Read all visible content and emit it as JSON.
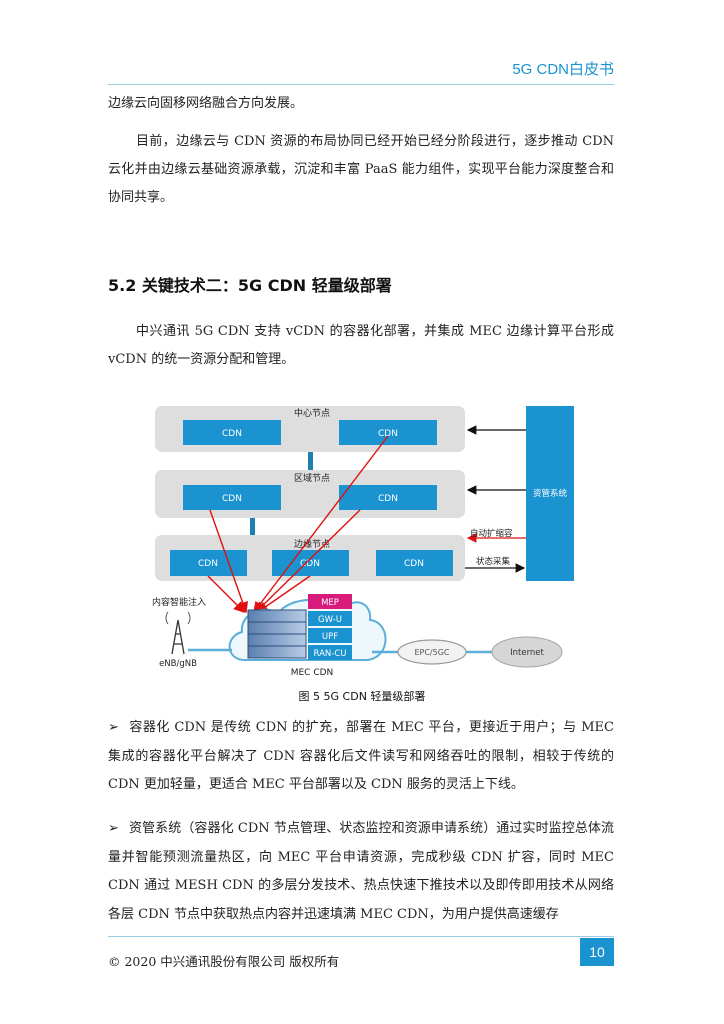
{
  "header": {
    "title": "5G CDN白皮书"
  },
  "body": {
    "p1": "边缘云向固移网络融合方向发展。",
    "p2": "目前，边缘云与 CDN 资源的布局协同已经开始已经分阶段进行，逐步推动 CDN 云化并由边缘云基础资源承载，沉淀和丰富 PaaS 能力组件，实现平台能力深度整合和协同共享。",
    "section_heading": "5.2 关键技术二：5G CDN 轻量级部署",
    "p3": "中兴通讯 5G CDN 支持 vCDN 的容器化部署，并集成 MEC 边缘计算平台形成 vCDN 的统一资源分配和管理。",
    "bullet_arrow": "➢",
    "bullet1": "容器化 CDN 是传统 CDN 的扩充，部署在 MEC 平台，更接近于用户；与 MEC 集成的容器化平台解决了 CDN 容器化后文件读写和网络吞吐的限制，相较于传统的 CDN 更加轻量，更适合 MEC 平台部署以及 CDN 服务的灵活上下线。",
    "bullet2": "资管系统（容器化 CDN 节点管理、状态监控和资源申请系统）通过实时监控总体流量并智能预测流量热区，向 MEC 平台申请资源，完成秒级 CDN 扩容，同时 MEC CDN 通过 MESH CDN 的多层分发技术、热点快速下推技术以及即传即用技术从网络各层 CDN 节点中获取热点内容并迅速填满 MEC CDN，为用户提供高速缓存"
  },
  "figure": {
    "caption": "图 5  5G CDN 轻量级部署",
    "center_label": "中心节点",
    "region_label": "区域节点",
    "edge_label": "边缘节点",
    "cdn": "CDN",
    "mgmt_label": "资管系统",
    "auto_scale": "自动扩缩容",
    "status_collect": "状态采集",
    "content_inject": "内容智能注入",
    "mep": "MEP",
    "gwu": "GW-U",
    "upf": "UPF",
    "rancu": "RAN-CU",
    "mec_cdn": "MEC CDN",
    "enb": "eNB/gNB",
    "epc": "EPC/5GC",
    "internet": "Internet",
    "colors": {
      "accent": "#1b93d1",
      "node_bg": "#dedede",
      "mep": "#d81b7a",
      "arrow": "#e01010"
    }
  },
  "footer": {
    "copyright": "© 2020 中兴通讯股份有限公司 版权所有",
    "page_number": "10"
  }
}
